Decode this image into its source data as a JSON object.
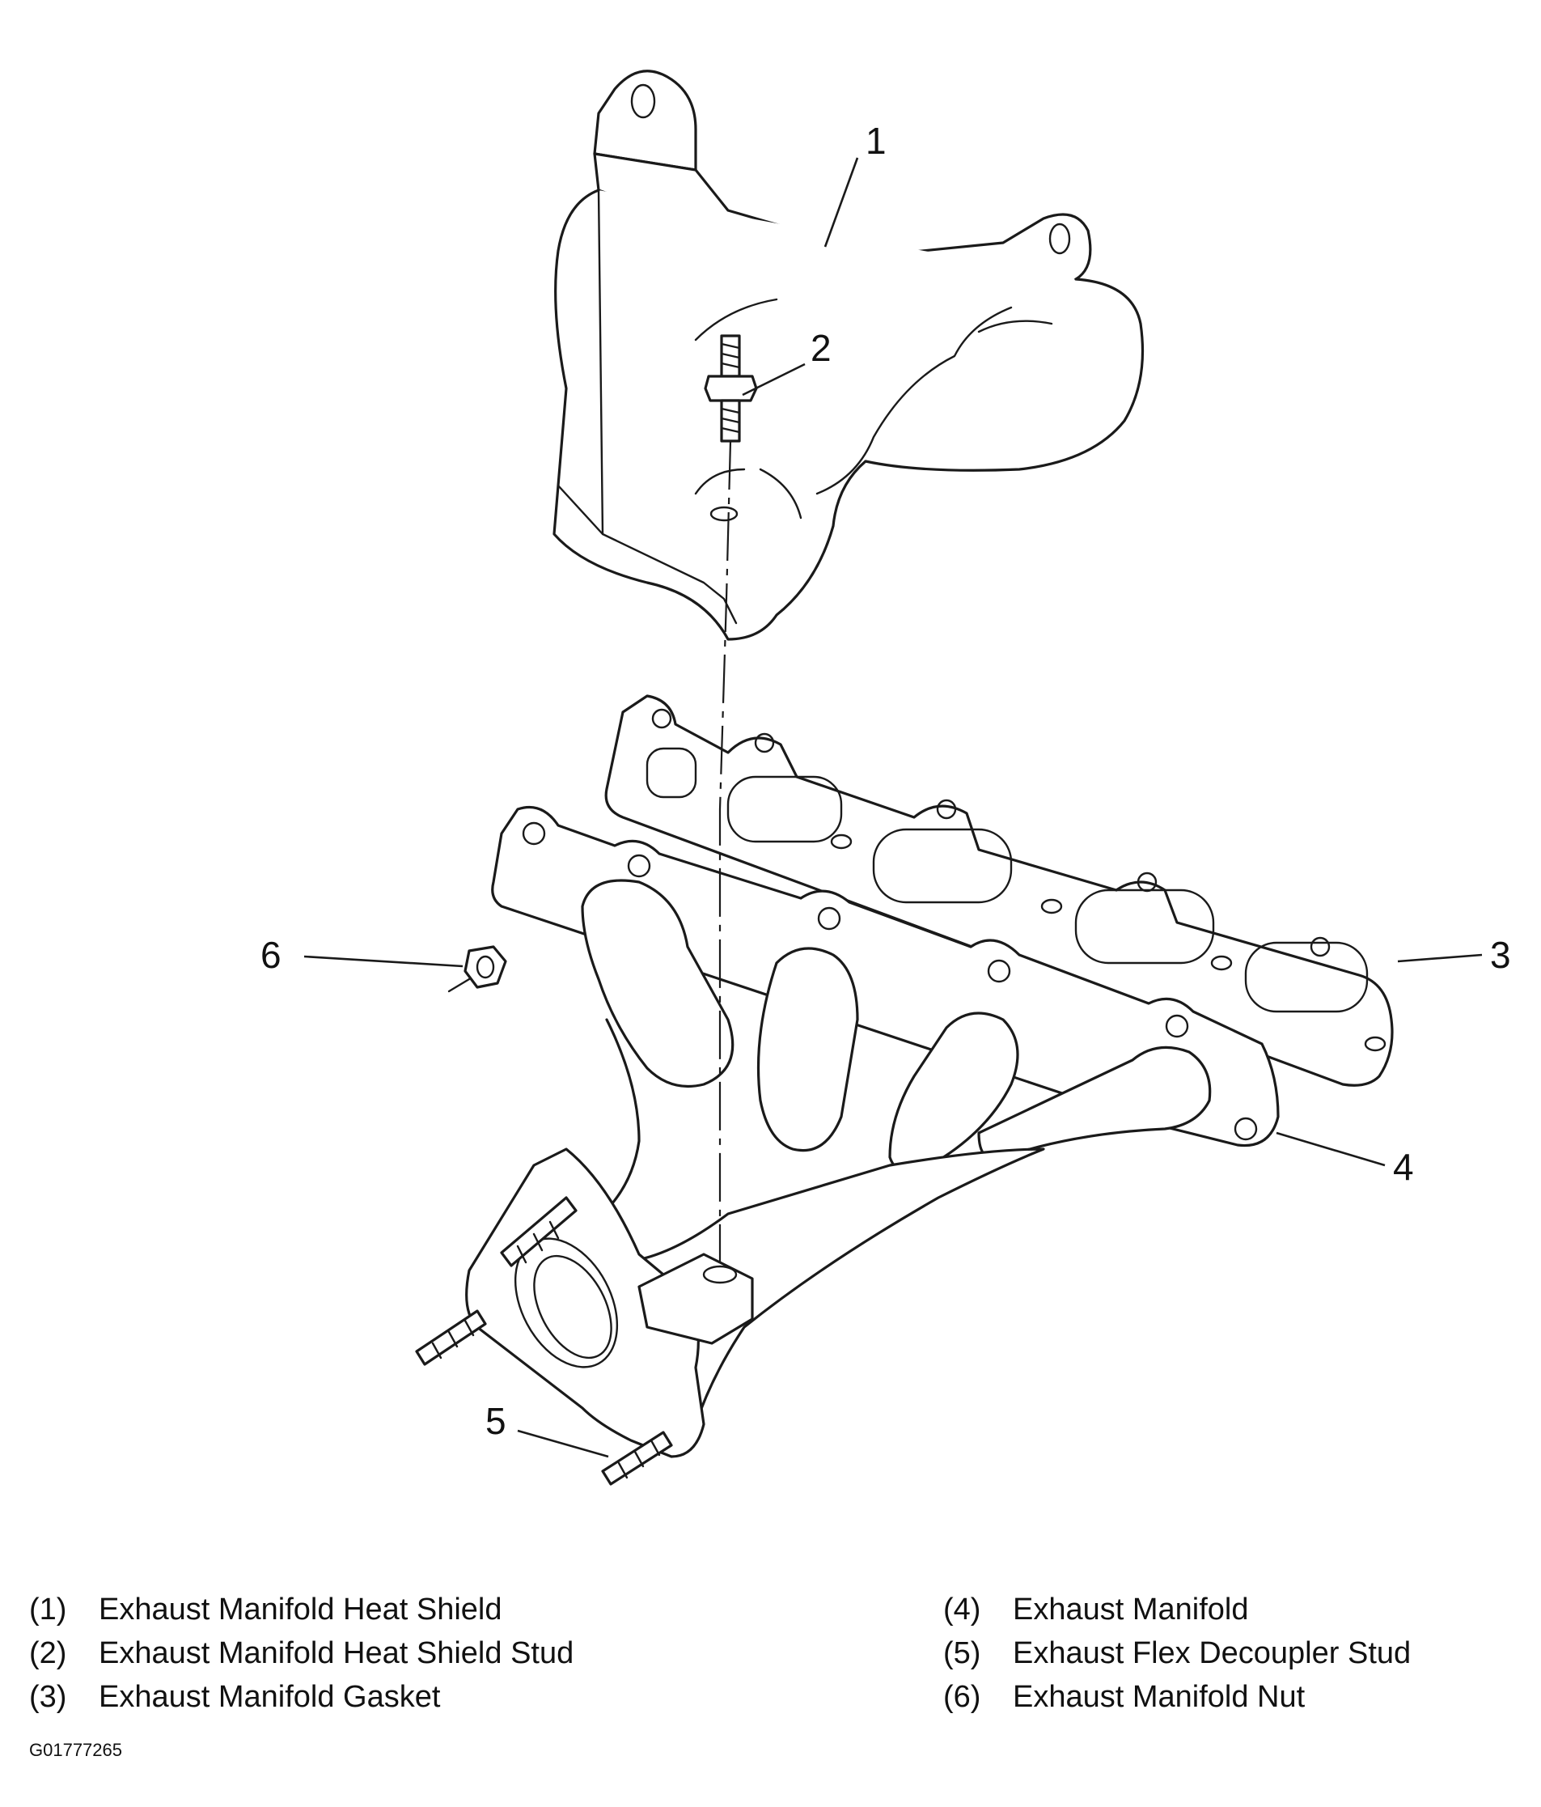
{
  "callouts": {
    "c1": "1",
    "c2": "2",
    "c3": "3",
    "c4": "4",
    "c5": "5",
    "c6": "6"
  },
  "legend": {
    "left": [
      {
        "num": "(1)",
        "text": "Exhaust Manifold Heat Shield"
      },
      {
        "num": "(2)",
        "text": "Exhaust Manifold Heat Shield Stud"
      },
      {
        "num": "(3)",
        "text": "Exhaust Manifold Gasket"
      }
    ],
    "right": [
      {
        "num": "(4)",
        "text": "Exhaust Manifold"
      },
      {
        "num": "(5)",
        "text": "Exhaust Flex Decoupler Stud"
      },
      {
        "num": "(6)",
        "text": "Exhaust Manifold Nut"
      }
    ]
  },
  "figure_id": "G01777265"
}
